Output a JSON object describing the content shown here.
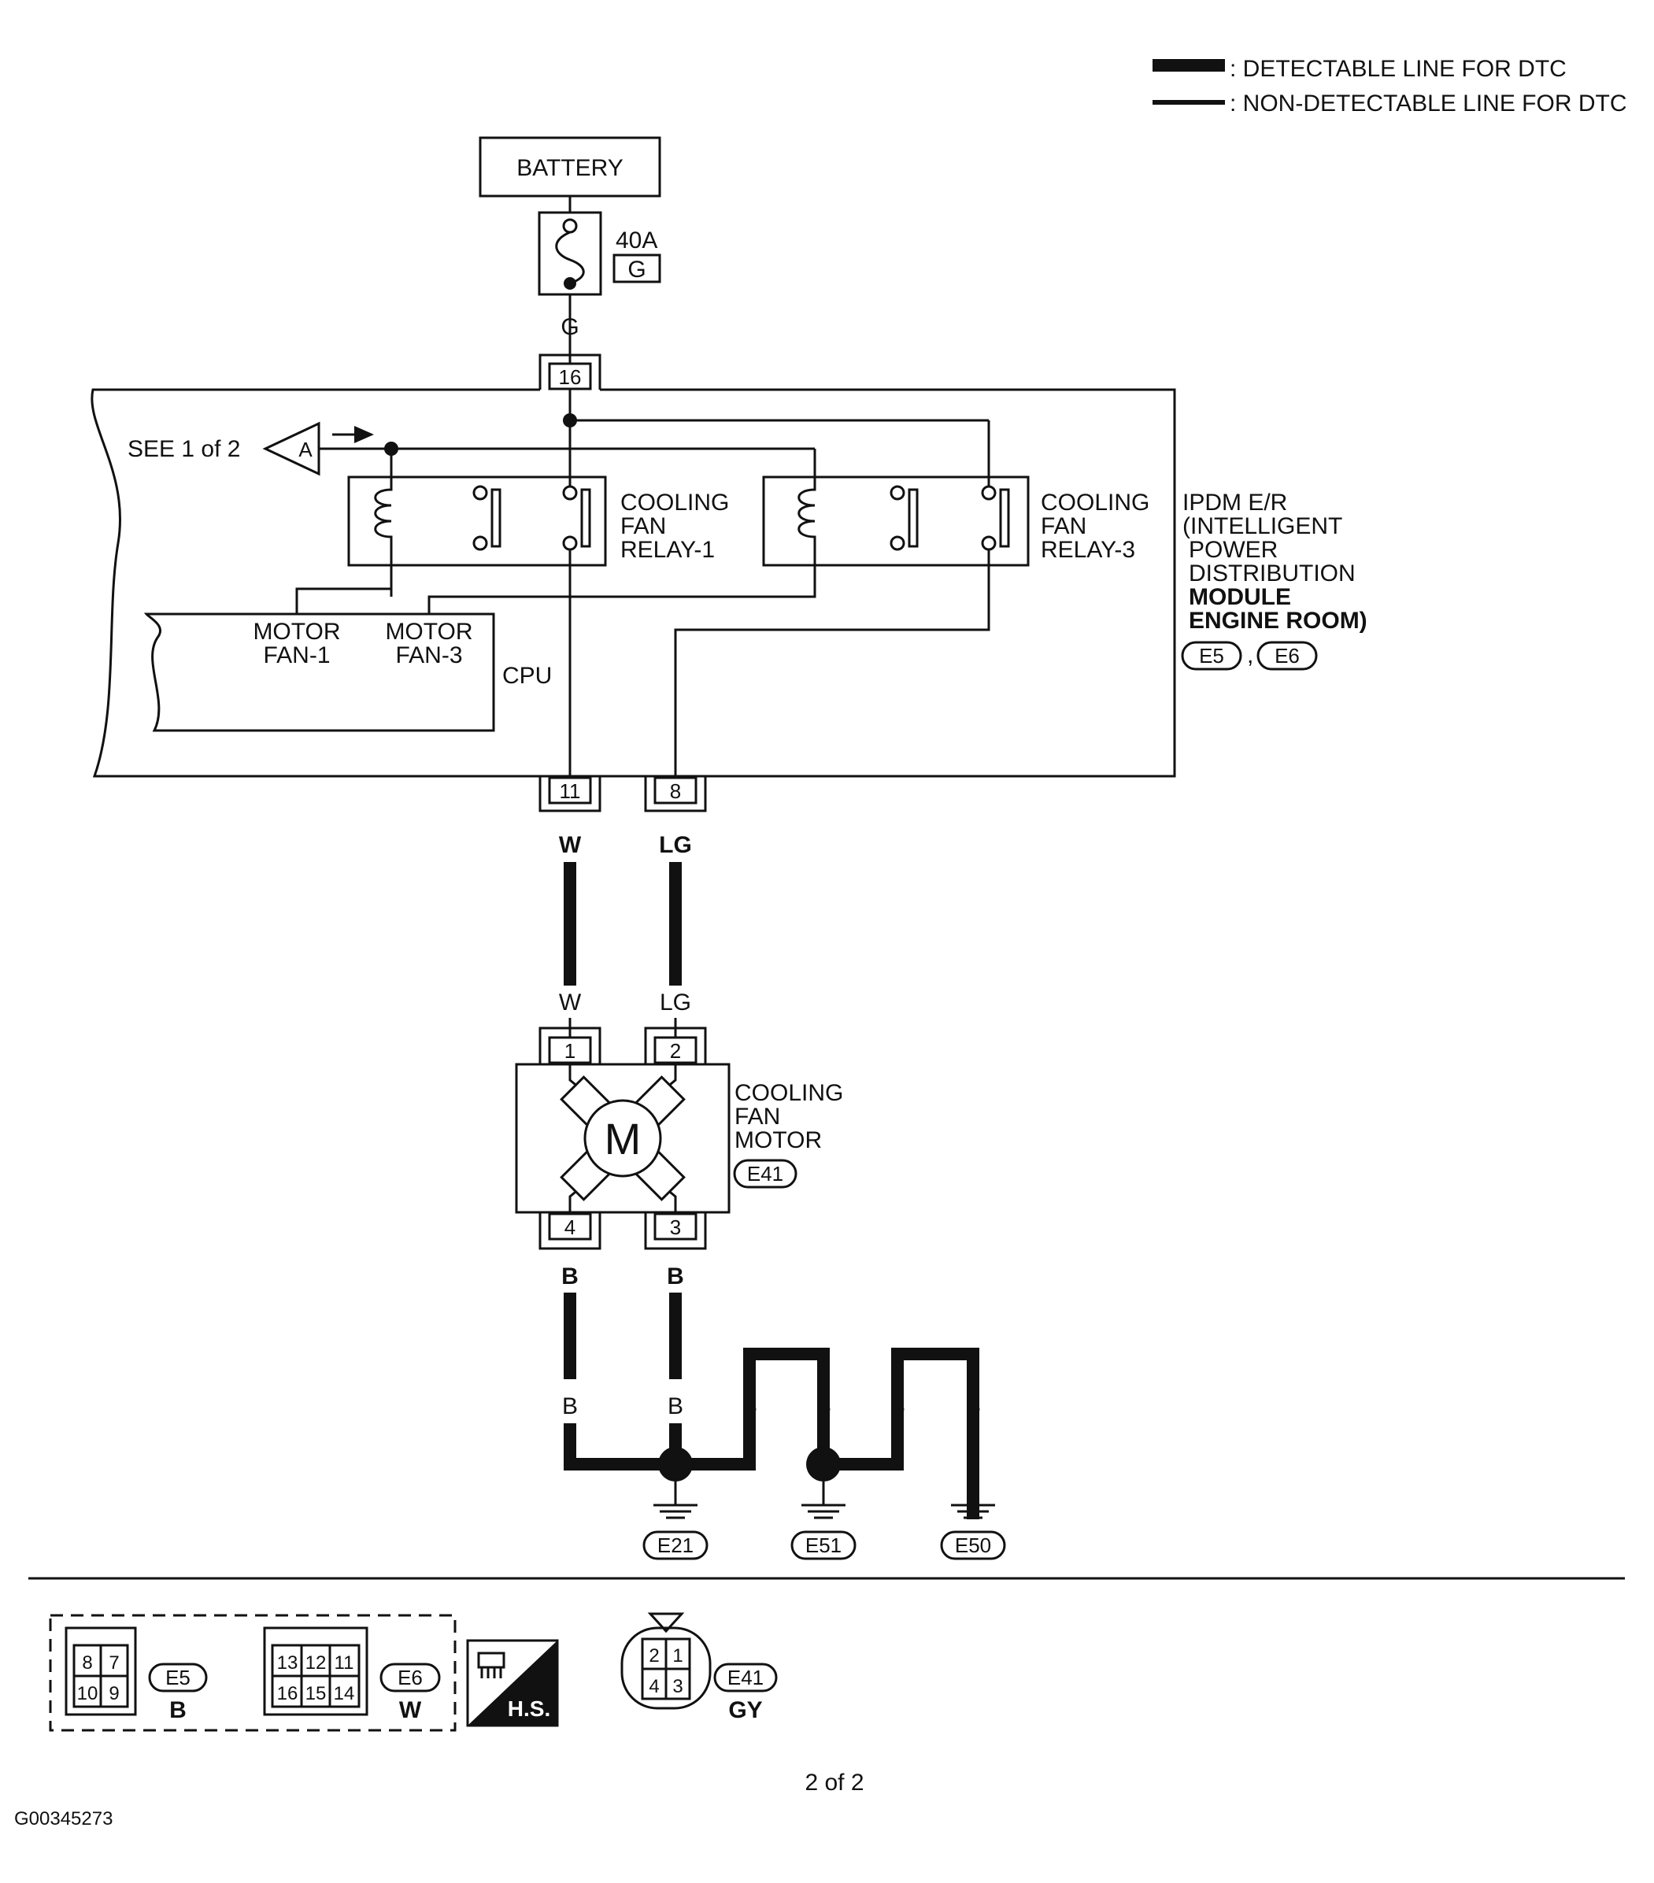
{
  "legend": {
    "detectable": ": DETECTABLE LINE FOR DTC",
    "non_detectable": ": NON-DETECTABLE LINE FOR DTC"
  },
  "battery": {
    "label": "BATTERY"
  },
  "fuse": {
    "rating": "40A",
    "id": "G"
  },
  "wires": {
    "battery_feed": "G",
    "fan_1_upper": "W",
    "fan_2_upper": "LG",
    "fan_1_lower": "W",
    "fan_2_lower": "LG",
    "ground_4": "B",
    "ground_3": "B",
    "ground_b1": "B",
    "ground_b2": "B",
    "ground_b3": "B",
    "ground_b4": "B",
    "ground_b5": "B",
    "ground_b6": "B"
  },
  "pins": {
    "ipdm_16": "16",
    "ipdm_11": "11",
    "ipdm_8": "8",
    "motor_1": "1",
    "motor_2": "2",
    "motor_4": "4",
    "motor_3": "3"
  },
  "ipdm": {
    "see_ref": "SEE 1 of 2",
    "ref_marker": "A",
    "relay1": [
      "COOLING",
      "FAN",
      "RELAY-1"
    ],
    "relay3": [
      "COOLING",
      "FAN",
      "RELAY-3"
    ],
    "cpu": "CPU",
    "motor_fan1": [
      "MOTOR",
      "FAN-1"
    ],
    "motor_fan3": [
      "MOTOR",
      "FAN-3"
    ],
    "name": [
      "IPDM E/R",
      "(INTELLIGENT",
      "POWER",
      "DISTRIBUTION",
      "MODULE",
      "ENGINE ROOM)"
    ],
    "connectors": [
      "E5",
      "E6"
    ],
    "connector_sep": ","
  },
  "motor": {
    "symbol": "M",
    "name": [
      "COOLING",
      "FAN",
      "MOTOR"
    ],
    "connector": "E41"
  },
  "grounds": [
    "E21",
    "E51",
    "E50"
  ],
  "connector_views": {
    "e5": {
      "pins": [
        "8",
        "7",
        "10",
        "9"
      ],
      "id": "E5",
      "color": "B"
    },
    "e6": {
      "pins": [
        "13",
        "12",
        "11",
        "16",
        "15",
        "14"
      ],
      "id": "E6",
      "color": "W"
    },
    "hs": "H.S.",
    "e41": {
      "pins": [
        "2",
        "1",
        "4",
        "3"
      ],
      "id": "E41",
      "color": "GY"
    }
  },
  "page": "2 of 2",
  "figure_id": "G00345273"
}
